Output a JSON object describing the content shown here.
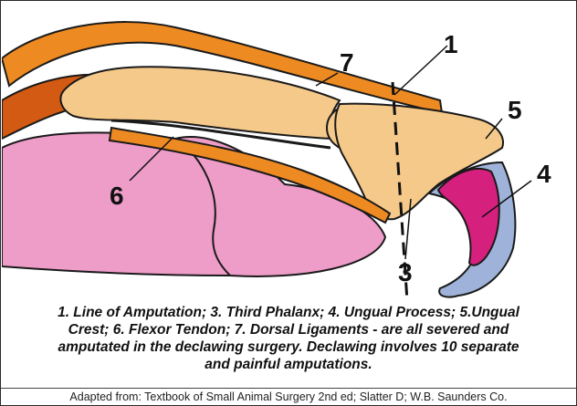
{
  "labels": {
    "line_of_amputation": "1",
    "third_phalanx": "3",
    "ungual_process": "4",
    "ungual_crest": "5",
    "flexor_tendon": "6",
    "dorsal_ligaments": "7"
  },
  "caption": {
    "line1": "1. Line of Amputation; 3. Third Phalanx; 4. Ungual Process; 5.Ungual",
    "line2": "Crest; 6. Flexor Tendon; 7. Dorsal Ligaments - are all severed and",
    "line3": "amputated in the declawing surgery.  Declawing involves 10 separate",
    "line4": "and painful amputations."
  },
  "credit": "Adapted from: Textbook of Small Animal Surgery 2nd ed; Slatter D; W.B. Saunders Co.",
  "colors": {
    "bone": "#F5C98A",
    "tendon": "#EE8A22",
    "tendon_dark": "#D35A12",
    "pad": "#EE9CC8",
    "claw": "#9FB3DA",
    "ungual_process": "#D6207E",
    "outline": "#1a1a1a"
  }
}
